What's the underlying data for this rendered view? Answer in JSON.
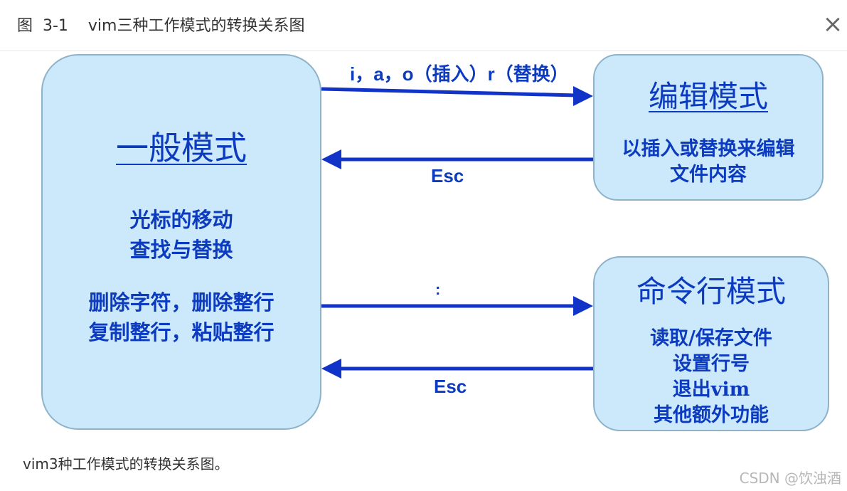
{
  "header": {
    "title": "图  3-1    vim三种工作模式的转换关系图",
    "close_icon": "close-icon",
    "close_glyph": "×"
  },
  "diagram": {
    "normal_mode": {
      "title": "一般模式",
      "lines1": "光标的移动\n查找与替换",
      "lines2": "删除字符，删除整行\n复制整行，粘贴整行"
    },
    "edit_mode": {
      "title": "编辑模式",
      "lines": "以插入或替换来编辑\n文件内容"
    },
    "command_mode": {
      "title": "命令行模式",
      "lines": "读取/保存文件\n设置行号\n退出vim\n其他额外功能"
    },
    "arrows": {
      "to_edit": "i，a，o（插入）r（替换）",
      "from_edit": "Esc",
      "to_command": ":",
      "from_command": "Esc"
    },
    "colors": {
      "box_fill": "#cbe9fb",
      "box_border": "#8eb3c9",
      "text": "#0d3bbf",
      "arrow": "#1233c8"
    }
  },
  "caption": "vim3种工作模式的转换关系图。",
  "watermark": "CSDN @饮浊酒"
}
